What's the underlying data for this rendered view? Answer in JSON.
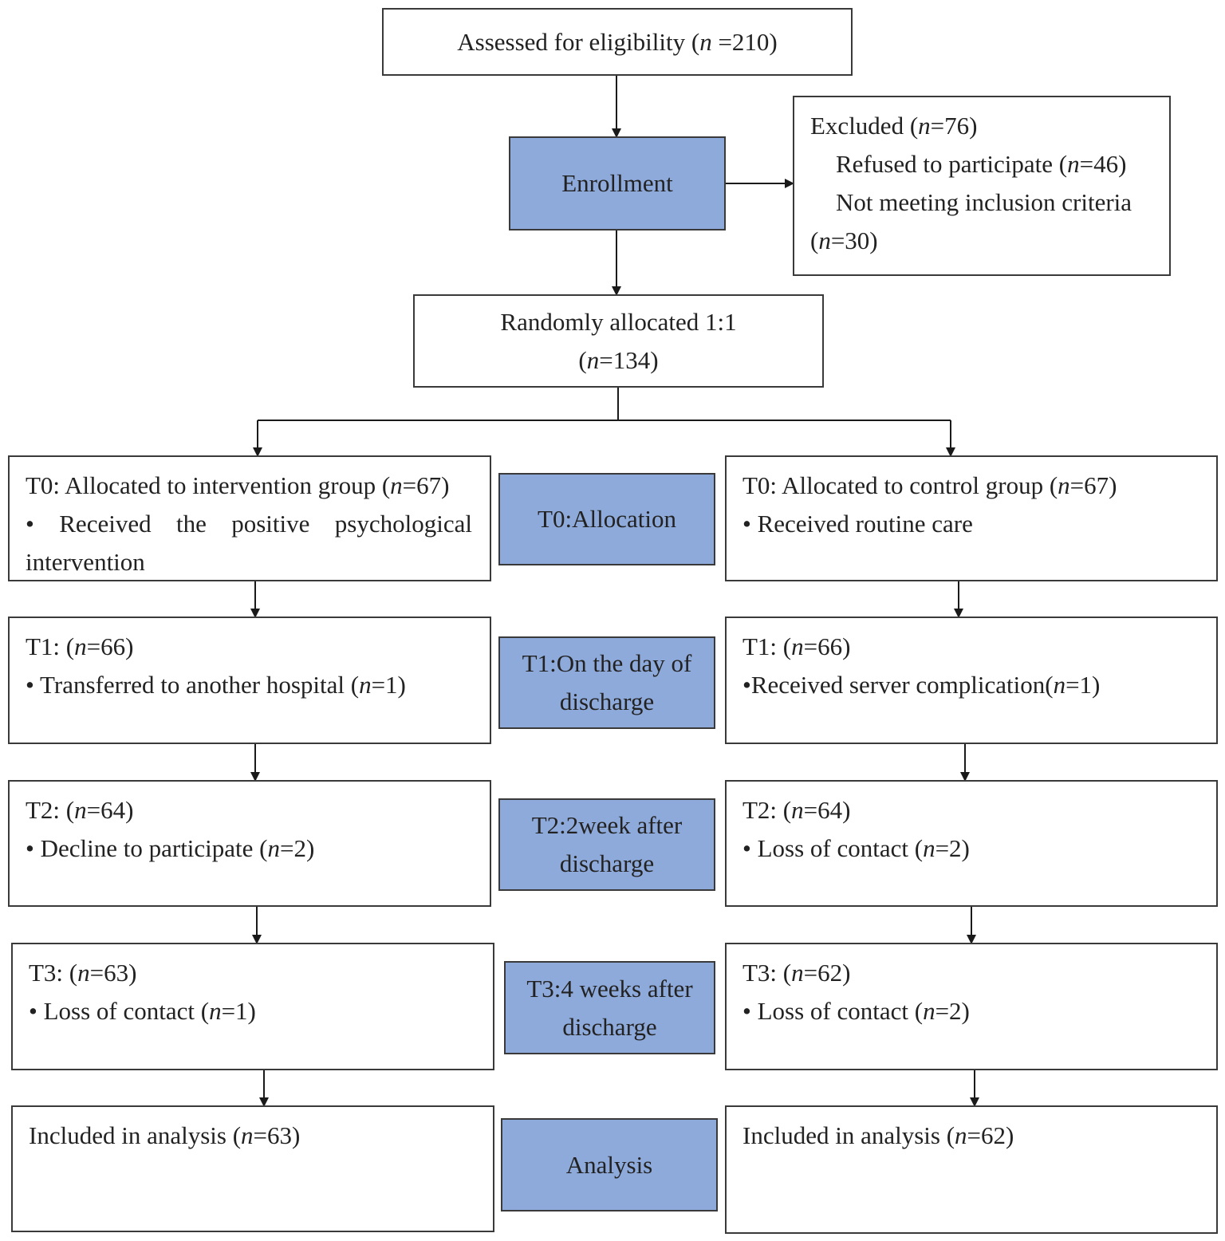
{
  "eligibility": {
    "pre": "Assessed for eligibility (",
    "n": "n",
    "post": " =210)"
  },
  "enrollment": "Enrollment",
  "excluded": {
    "line1": {
      "pre": "Excluded (",
      "n": "n",
      "post": "=76)"
    },
    "line2": {
      "pre": "Refused to participate (",
      "n": "n",
      "post": "=46)"
    },
    "line3": "Not meeting inclusion criteria",
    "line4": {
      "pre": "(",
      "n": "n",
      "post": "=30)"
    }
  },
  "randomized": {
    "line1": "Randomly allocated 1:1",
    "line2": {
      "pre": "(",
      "n": "n",
      "post": "=134)"
    }
  },
  "stages": {
    "t0": "T0:Allocation",
    "t1": {
      "line1": "T1:On the day of",
      "line2": "discharge"
    },
    "t2": {
      "line1": "T2:2week after",
      "line2": "discharge"
    },
    "t3": {
      "line1": "T3:4 weeks after",
      "line2": "discharge"
    },
    "analysis": "Analysis"
  },
  "intervention": {
    "t0": {
      "pre": "T0: Allocated to intervention group (",
      "n": "n",
      "post": "=67)",
      "bullet1": "• Received the positive psychological",
      "bullet2": "intervention"
    },
    "t1": {
      "pre": "T1: (",
      "n": "n",
      "post": "=66)",
      "bullet": {
        "pre": "• Transferred to another hospital (",
        "n": "n",
        "post": "=1)"
      }
    },
    "t2": {
      "pre": "T2: (",
      "n": "n",
      "post": "=64)",
      "bullet": {
        "pre": "• Decline to participate (",
        "n": "n",
        "post": "=2)"
      }
    },
    "t3": {
      "pre": "T3: (",
      "n": "n",
      "post": "=63)",
      "bullet": {
        "pre": "• Loss of contact (",
        "n": "n",
        "post": "=1)"
      }
    },
    "analysis": {
      "pre": "Included in analysis (",
      "n": "n",
      "post": "=63)"
    }
  },
  "control": {
    "t0": {
      "pre": "T0: Allocated to control group (",
      "n": "n",
      "post": "=67)",
      "bullet": "• Received routine care"
    },
    "t1": {
      "pre": "T1: (",
      "n": "n",
      "post": "=66)",
      "bullet": {
        "pre": "•Received server complication(",
        "n": "n",
        "post": "=1)"
      }
    },
    "t2": {
      "pre": "T2: (",
      "n": "n",
      "post": "=64)",
      "bullet": {
        "pre": "• Loss of contact (",
        "n": "n",
        "post": "=2)"
      }
    },
    "t3": {
      "pre": "T3: (",
      "n": "n",
      "post": "=62)",
      "bullet": {
        "pre": "• Loss of contact (",
        "n": "n",
        "post": "=2)"
      }
    },
    "analysis": {
      "pre": "Included in analysis (",
      "n": "n",
      "post": "=62)"
    }
  },
  "colors": {
    "stage_fill": "#8eaadb",
    "border": "#3a3a3a",
    "arrow": "#1a1a1a"
  }
}
